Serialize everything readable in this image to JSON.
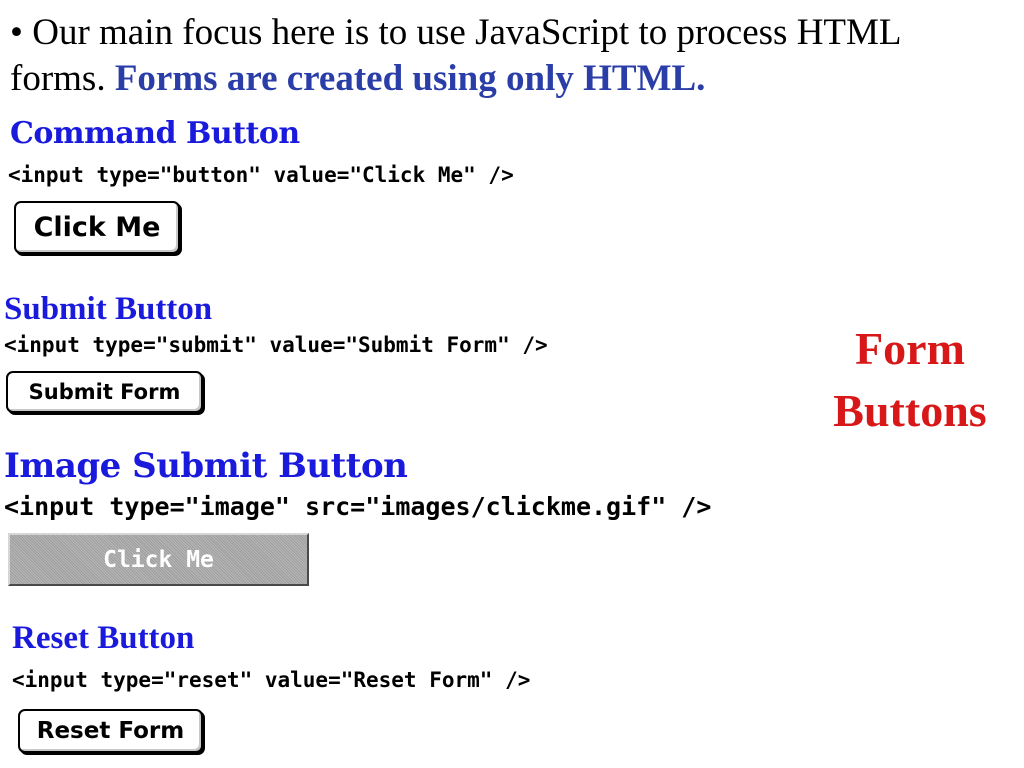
{
  "intro": {
    "bullet": "•",
    "text": "Our main focus here is to use JavaScript to process HTML forms.",
    "emphasis": "Forms are created using only HTML."
  },
  "command": {
    "heading": "Command Button",
    "code": "<input type=\"button\" value=\"Click Me\" />",
    "button_label": "Click Me"
  },
  "submit": {
    "heading": "Submit Button",
    "code": "<input type=\"submit\" value=\"Submit Form\" />",
    "button_label": "Submit Form"
  },
  "image_submit": {
    "heading": "Image Submit Button",
    "code": "<input type=\"image\" src=\"images/clickme.gif\" />",
    "button_label": "Click Me"
  },
  "reset": {
    "heading": "Reset Button",
    "code": "<input type=\"reset\" value=\"Reset Form\" />",
    "button_label": "Reset Form"
  },
  "side_title": {
    "line1": "Form",
    "line2": "Buttons"
  },
  "colors": {
    "heading": "#1a1adc",
    "emphasis": "#2b3ea8",
    "side_title": "#d81818",
    "image_button": "#a9a9a9"
  }
}
